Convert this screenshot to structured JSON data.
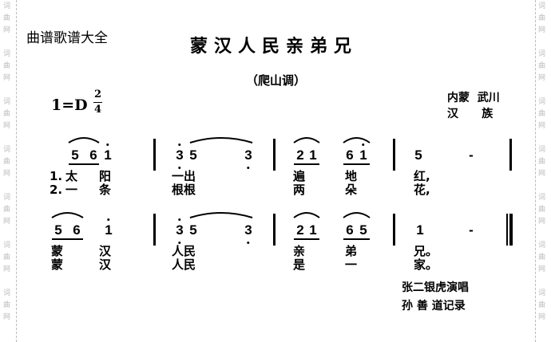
{
  "watermark": "词曲网",
  "site_label": "曲谱歌谱大全",
  "title": "蒙汉人民亲弟兄",
  "subtitle": "（爬山调）",
  "key": "1=D",
  "time_sig": {
    "top": "2",
    "bottom": "4"
  },
  "origin": {
    "line1": "内蒙  武川",
    "line2": "汉      族"
  },
  "row1": {
    "notes": [
      "5",
      "6",
      "i",
      "3",
      "5",
      "3",
      "2",
      "1",
      "6",
      "i",
      "5",
      "-"
    ],
    "verse1": [
      "1.",
      "太",
      "阳",
      "一出",
      "遍",
      "地",
      "红,"
    ],
    "verse2": [
      "2.",
      "一",
      "条",
      "根根",
      "两",
      "朵",
      "花,"
    ]
  },
  "row2": {
    "notes": [
      "5",
      "6",
      "i",
      "3",
      "5",
      "3",
      "2",
      "1",
      "6",
      "5",
      "1",
      "-"
    ],
    "verse1": [
      "蒙",
      "汉",
      "人民",
      "亲",
      "弟",
      "兄。"
    ],
    "verse2": [
      "蒙",
      "汉",
      "人民",
      "是",
      "一",
      "家。"
    ]
  },
  "credits": {
    "singer": "张二银虎演唱",
    "recorder": "孙 善 道记录"
  }
}
